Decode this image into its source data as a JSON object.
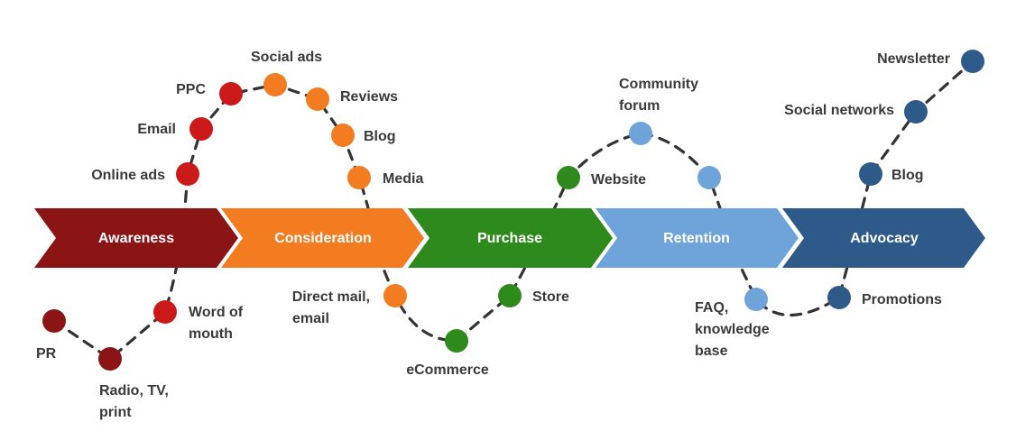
{
  "colors": {
    "awareness_band": "#8b1414",
    "awareness_dot_dark": "#8b1414",
    "awareness_dot": "#cc1a1a",
    "consideration": "#f47c20",
    "purchase": "#2f8a1e",
    "retention": "#6fa4db",
    "advocacy": "#2e5a8a",
    "path": "#333333",
    "label_text": "#3a3a3a"
  },
  "stages": [
    {
      "label": "Awareness"
    },
    {
      "label": "Consideration"
    },
    {
      "label": "Purchase"
    },
    {
      "label": "Retention"
    },
    {
      "label": "Advocacy"
    }
  ],
  "touchpoints": {
    "pr": "PR",
    "radio_line1": "Radio, TV,",
    "radio_line2": "print",
    "wom_line1": "Word of",
    "wom_line2": "mouth",
    "online_ads": "Online ads",
    "email": "Email",
    "ppc": "PPC",
    "social_ads": "Social ads",
    "reviews": "Reviews",
    "blog": "Blog",
    "media": "Media",
    "direct_line1": "Direct mail,",
    "direct_line2": "email",
    "ecommerce": "eCommerce",
    "store": "Store",
    "website": "Website",
    "community_line1": "Community",
    "community_line2": "forum",
    "faq_line1": "FAQ,",
    "faq_line2": "knowledge",
    "faq_line3": "base",
    "promotions": "Promotions",
    "advocacy_blog": "Blog",
    "social_networks": "Social networks",
    "newsletter": "Newsletter"
  }
}
